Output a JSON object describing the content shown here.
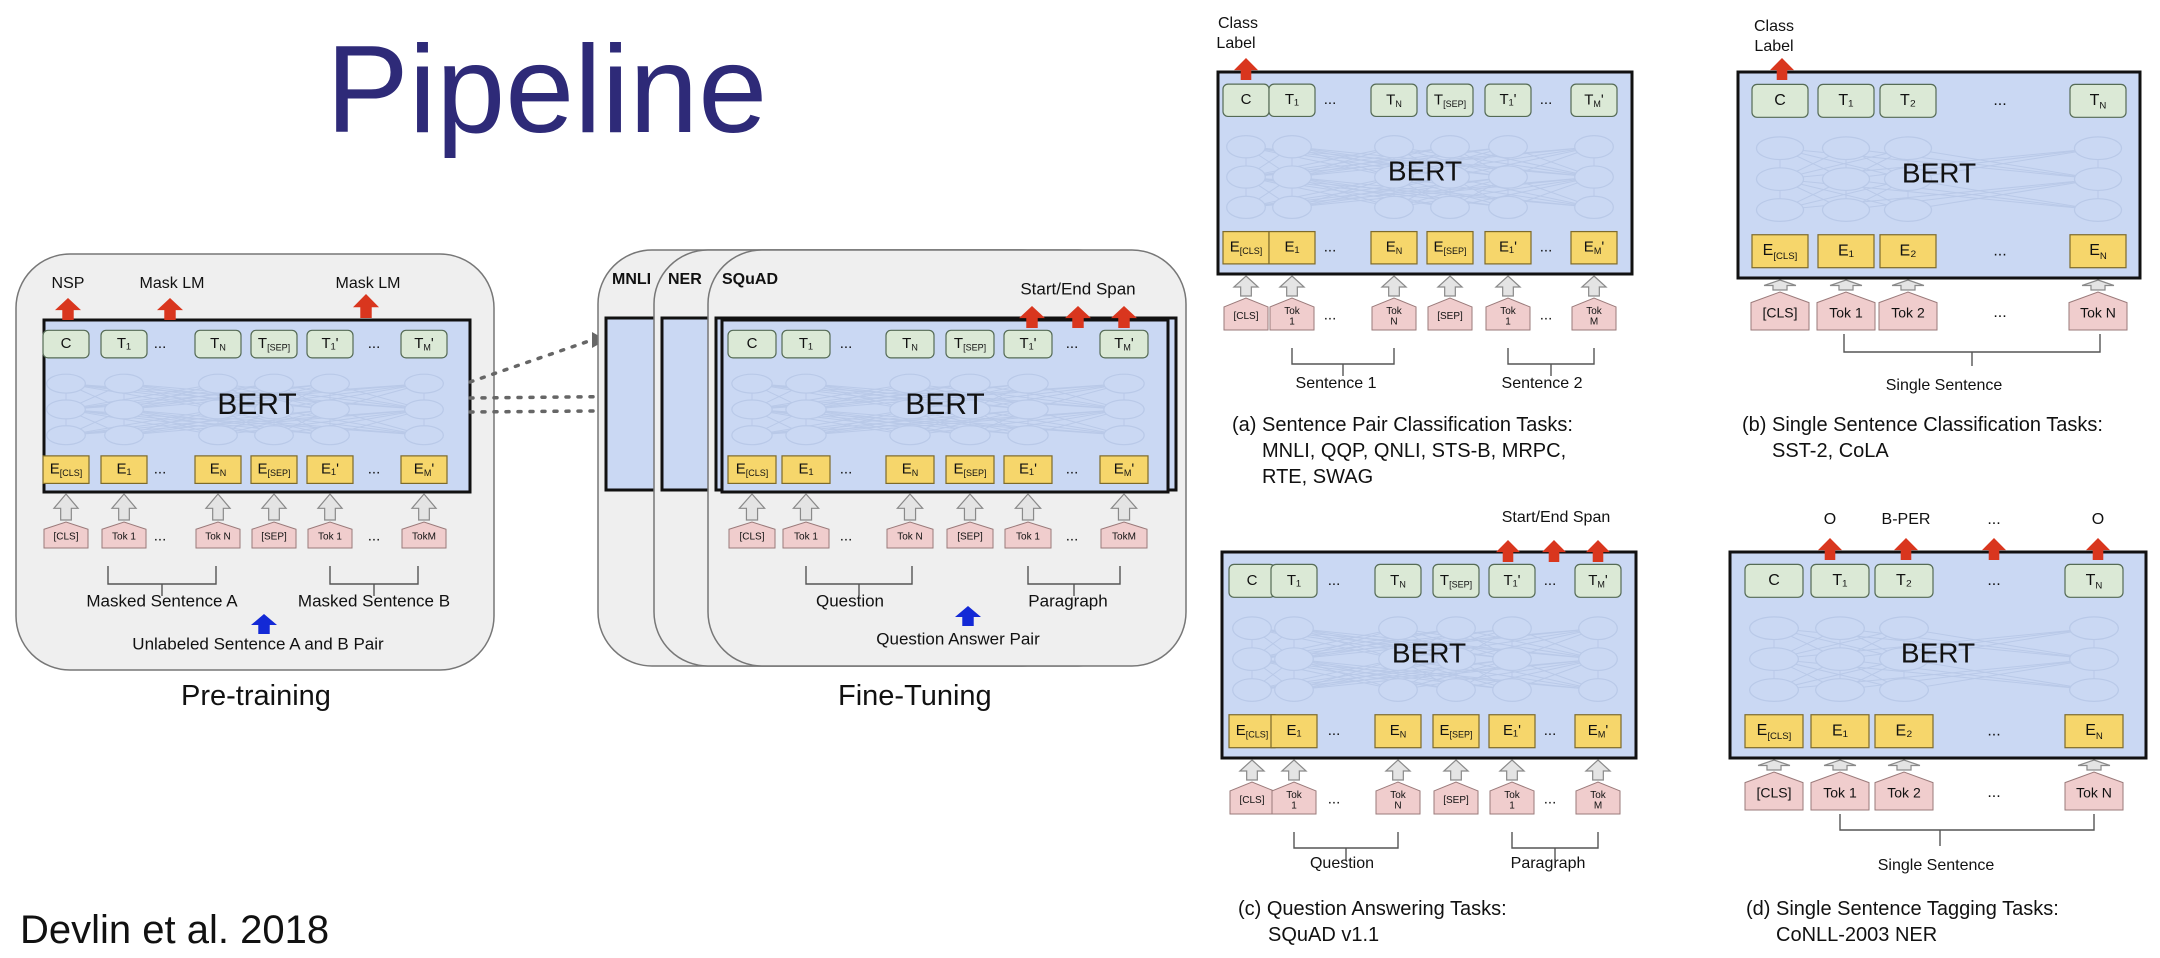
{
  "title": "Pipeline",
  "citation": "Devlin et al. 2018",
  "model_label": "BERT",
  "pretraining": {
    "label": "Pre-training",
    "outputs": [
      "NSP",
      "Mask LM",
      "Mask LM"
    ],
    "sentence_a": "Masked Sentence A",
    "sentence_b": "Masked Sentence B",
    "pair_label": "Unlabeled Sentence A and B Pair"
  },
  "finetuning": {
    "label": "Fine-Tuning",
    "tasks": [
      "MNLI",
      "NER",
      "SQuAD"
    ],
    "span_label": "Start/End Span",
    "question": "Question",
    "paragraph": "Paragraph",
    "pair_label": "Question Answer Pair"
  },
  "panel_a": {
    "output": "Class Label",
    "seg1": "Sentence 1",
    "seg2": "Sentence 2",
    "caption": [
      "(a) Sentence Pair Classification Tasks:",
      "MNLI, QQP, QNLI, STS-B, MRPC,",
      "RTE, SWAG"
    ]
  },
  "panel_b": {
    "output": "Class Label",
    "seg": "Single Sentence",
    "caption": [
      "(b) Single Sentence Classification Tasks:",
      "SST-2, CoLA"
    ]
  },
  "panel_c": {
    "span_label": "Start/End Span",
    "seg1": "Question",
    "seg2": "Paragraph",
    "caption": [
      "(c) Question Answering Tasks:",
      "SQuAD v1.1"
    ]
  },
  "panel_d": {
    "tags": [
      "O",
      "B-PER",
      "...",
      "O"
    ],
    "seg": "Single Sentence",
    "caption": [
      "(d) Single Sentence Tagging Tasks:",
      "CoNLL-2003 NER"
    ]
  },
  "pair_tokens": {
    "T": [
      "C",
      "T₁",
      "...",
      "T_N",
      "T_[SEP]",
      "T₁'",
      "...",
      "T_M'"
    ],
    "E": [
      "E_[CLS]",
      "E₁",
      "...",
      "E_N",
      "E_[SEP]",
      "E₁'",
      "...",
      "E_M'"
    ],
    "input": [
      "[CLS]",
      "Tok 1",
      "...",
      "Tok N",
      "[SEP]",
      "Tok 1",
      "...",
      "TokM"
    ]
  },
  "panel_a_input": [
    "[CLS]",
    "Tok\n1",
    "...",
    "Tok\nN",
    "[SEP]",
    "Tok\n1",
    "...",
    "Tok\nM"
  ],
  "single_tokens": {
    "T": [
      "C",
      "T₁",
      "T₂",
      "...",
      "T_N"
    ],
    "E": [
      "E_[CLS]",
      "E₁",
      "E₂",
      "...",
      "E_N"
    ],
    "input": [
      "[CLS]",
      "Tok 1",
      "Tok 2",
      "...",
      "Tok N"
    ]
  },
  "colors": {
    "title": "#2e2a78",
    "bert_fill": "#cad8f3",
    "t_box": "#dbe9d6",
    "e_box": "#f6d66b",
    "tok_box": "#f0cdcd",
    "up_arrow": "#d9361e",
    "blue_arrow": "#1329d6",
    "panel_bg": "#efefef"
  }
}
